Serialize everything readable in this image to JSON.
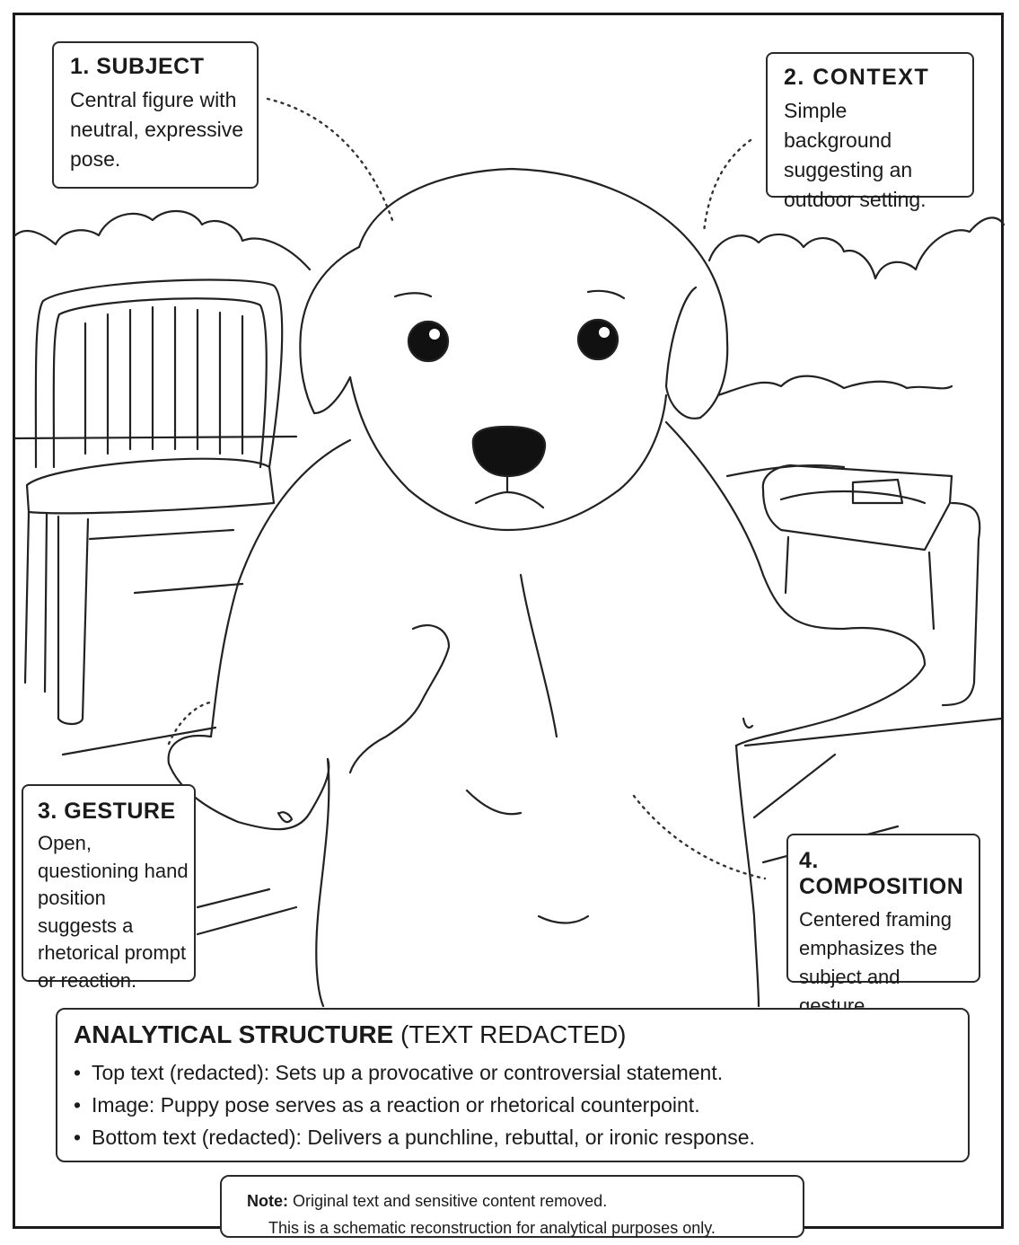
{
  "callouts": {
    "subject": {
      "title": "1. SUBJECT",
      "body": "Central figure with neutral, expressive pose."
    },
    "context": {
      "title": "2. CONTEXT",
      "body": "Simple background suggesting an outdoor setting."
    },
    "gesture": {
      "title": "3. GESTURE",
      "body": "Open, questioning hand position suggests a rhetorical prompt or reaction."
    },
    "composition": {
      "title": "4. COMPOSITION",
      "body": "Centered framing emphasizes the subject and gesture."
    }
  },
  "summary": {
    "title": "ANALYTICAL STRUCTURE",
    "title_suffix": "(TEXT REDACTED)",
    "items": [
      "Top text (redacted): Sets up a provocative or controversial statement.",
      "Image: Puppy pose serves as a reaction or rhetorical counterpoint.",
      "Bottom text (redacted): Delivers a punchline, rebuttal, or ironic response."
    ]
  },
  "note": {
    "label": "Note:",
    "line1": "Original text and sensitive content removed.",
    "line2": "This is a schematic reconstruction for analytical purposes only."
  },
  "colors": {
    "ink": "#1a1a1a",
    "paper": "#ffffff"
  }
}
